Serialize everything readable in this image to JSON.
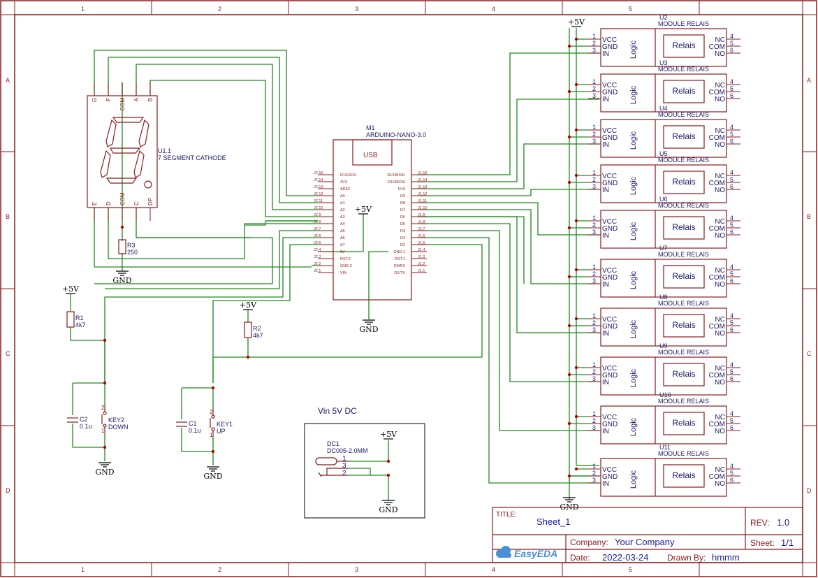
{
  "frame": {
    "cols": [
      "1",
      "2",
      "3",
      "4",
      "5"
    ],
    "rows": [
      "A",
      "B",
      "C",
      "D"
    ]
  },
  "display": {
    "ref": "U1.1",
    "name": "7 SEGMENT CATHODE",
    "top_pins": [
      "G",
      "F",
      "COM",
      "A",
      "B"
    ],
    "bottom_pins": [
      "E",
      "D",
      "COM",
      "C",
      "DP"
    ]
  },
  "mcu": {
    "ref": "M1",
    "name": "ARDUINO-NANO-3.0",
    "usb": "USB",
    "left_pins": [
      {
        "n": "J2.15",
        "f": "D13/SCK"
      },
      {
        "n": "J2.14",
        "f": "3V3"
      },
      {
        "n": "J2.13",
        "f": "AREF"
      },
      {
        "n": "J2.12",
        "f": "A0"
      },
      {
        "n": "J2.11",
        "f": "A1"
      },
      {
        "n": "J2.10",
        "f": "A2"
      },
      {
        "n": "J2.9",
        "f": "A3"
      },
      {
        "n": "J2.8",
        "f": "A4"
      },
      {
        "n": "J2.7",
        "f": "A5"
      },
      {
        "n": "J2.6",
        "f": "A6"
      },
      {
        "n": "J2.5",
        "f": "A7"
      },
      {
        "n": "J2.4",
        "f": "5V"
      },
      {
        "n": "J2.3",
        "f": "RST.2"
      },
      {
        "n": "J2.2",
        "f": "GND.2"
      },
      {
        "n": "J2.1",
        "f": "VIN"
      }
    ],
    "right_pins": [
      {
        "n": "J1.15",
        "f": "D12/MISO"
      },
      {
        "n": "J1.14",
        "f": "D11/MOSI"
      },
      {
        "n": "J1.13",
        "f": "D10"
      },
      {
        "n": "J1.12",
        "f": "D9"
      },
      {
        "n": "J1.11",
        "f": "D8"
      },
      {
        "n": "J1.10",
        "f": "D7"
      },
      {
        "n": "J1.9",
        "f": "D6"
      },
      {
        "n": "J1.8",
        "f": "D5"
      },
      {
        "n": "J1.7",
        "f": "D4"
      },
      {
        "n": "J1.6",
        "f": "D3"
      },
      {
        "n": "J1.5",
        "f": "D2"
      },
      {
        "n": "J1.4",
        "f": "GND.1"
      },
      {
        "n": "J1.3",
        "f": "RST.1"
      },
      {
        "n": "J1.2",
        "f": "D0/RX"
      },
      {
        "n": "J1.1",
        "f": "D1/TX"
      }
    ]
  },
  "power": {
    "vcc": "+5V",
    "gnd": "GND"
  },
  "resistors": [
    {
      "ref": "R3",
      "value": "250"
    },
    {
      "ref": "R1",
      "value": "4k7"
    },
    {
      "ref": "R2",
      "value": "4k7"
    }
  ],
  "capacitors": [
    {
      "ref": "C2",
      "value": "0.1u"
    },
    {
      "ref": "C1",
      "value": "0.1u"
    }
  ],
  "keys": [
    {
      "ref": "KEY2",
      "name": "DOWN"
    },
    {
      "ref": "KEY1",
      "name": "UP"
    }
  ],
  "key_pins": [
    "2",
    "1"
  ],
  "dc": {
    "title": "Vin 5V DC",
    "ref": "DC1",
    "name": "DC005-2.0MM",
    "pins": [
      "1",
      "3",
      "2"
    ]
  },
  "relay_labels": {
    "module": "MODULE RELAIS",
    "vcc": "VCC",
    "gnd": "GND",
    "in": "IN",
    "logic": "Logic",
    "relais": "Relais",
    "nc": "NC",
    "com": "COM",
    "no": "NO",
    "left_nums": [
      "1",
      "2",
      "3"
    ],
    "right_nums": [
      "4",
      "5",
      "6"
    ]
  },
  "relays": [
    "U2",
    "U3",
    "U4",
    "U5",
    "U6",
    "U7",
    "U8",
    "U9",
    "U10",
    "U11"
  ],
  "title_block": {
    "title_label": "TITLE:",
    "title": "Sheet_1",
    "rev_label": "REV:",
    "rev": "1.0",
    "company_label": "Company:",
    "company": "Your Company",
    "sheet_label": "Sheet:",
    "sheet": "1/1",
    "date_label": "Date:",
    "date": "2022-03-24",
    "drawn_label": "Drawn By:",
    "drawn": "hmmm",
    "logo": "EasyEDA"
  }
}
